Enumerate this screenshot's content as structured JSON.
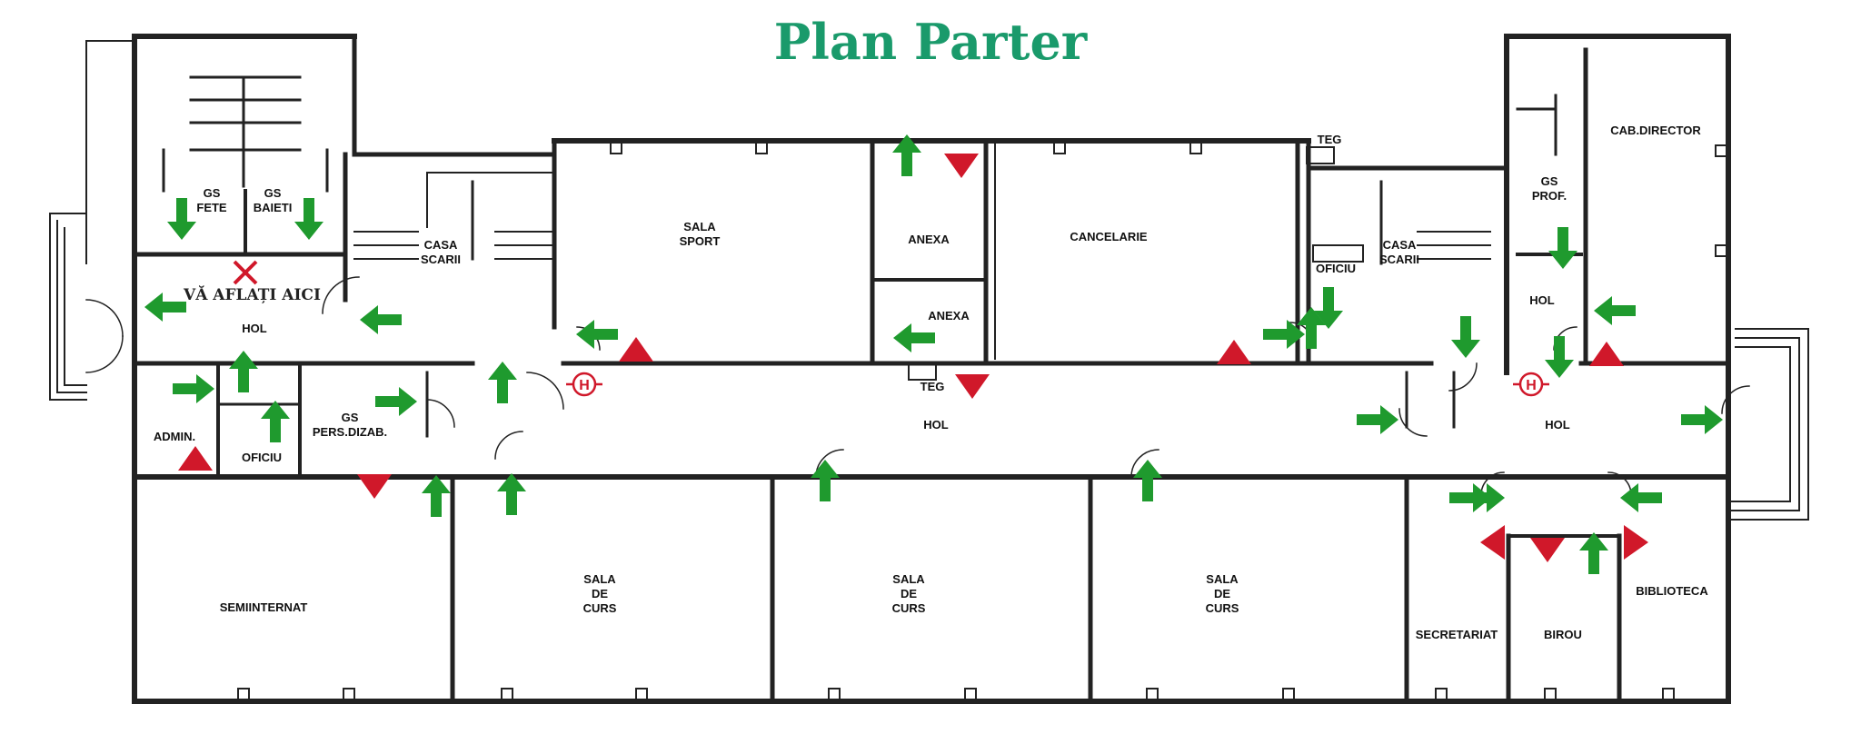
{
  "title": "Plan Parter",
  "colors": {
    "title": "#1a9a6b",
    "wall": "#222222",
    "arrow": "#1f9a2e",
    "triangle": "#d0182a",
    "marker": "#d0182a"
  },
  "you_are_here": "VĂ AFLAȚI AICI",
  "rooms": {
    "gs_fete": [
      "GS",
      "FETE"
    ],
    "gs_baieti": [
      "GS",
      "BAIETI"
    ],
    "casa_scarii_left": [
      "CASA",
      "SCARII"
    ],
    "sala_sport": [
      "SALA",
      "SPORT"
    ],
    "anexa_top": [
      "ANEXA"
    ],
    "anexa_bottom": [
      "ANEXA"
    ],
    "cancelarie": [
      "CANCELARIE"
    ],
    "teg_top": [
      "TEG"
    ],
    "teg_bottom": [
      "TEG"
    ],
    "oficiu_right": [
      "OFICIU"
    ],
    "casa_scarii_right": [
      "CASA",
      "SCARII"
    ],
    "gs_prof": [
      "GS",
      "PROF."
    ],
    "cab_director": [
      "CAB.DIRECTOR"
    ],
    "hol_left": [
      "HOL"
    ],
    "hol_center": [
      "HOL"
    ],
    "hol_right": [
      "HOL"
    ],
    "hol_small": [
      "HOL"
    ],
    "admin": [
      "ADMIN."
    ],
    "oficiu_left": [
      "OFICIU"
    ],
    "gs_pers_dizab": [
      "GS",
      "PERS.DIZAB."
    ],
    "semiinternat": [
      "SEMIINTERNAT"
    ],
    "sala_curs_1": [
      "SALA",
      "DE",
      "CURS"
    ],
    "sala_curs_2": [
      "SALA",
      "DE",
      "CURS"
    ],
    "sala_curs_3": [
      "SALA",
      "DE",
      "CURS"
    ],
    "secretariat": [
      "SECRETARIAT"
    ],
    "birou": [
      "BIROU"
    ],
    "biblioteca": [
      "BIBLIOTECA"
    ]
  },
  "hydrant_symbol": "H",
  "exit_arrows": [
    {
      "dir": "down"
    },
    {
      "dir": "down"
    },
    {
      "dir": "left"
    },
    {
      "dir": "left"
    },
    {
      "dir": "right"
    },
    {
      "dir": "up"
    },
    {
      "dir": "up"
    },
    {
      "dir": "right"
    },
    {
      "dir": "up"
    },
    {
      "dir": "up"
    },
    {
      "dir": "up"
    },
    {
      "dir": "left"
    },
    {
      "dir": "up"
    },
    {
      "dir": "left"
    },
    {
      "dir": "up"
    },
    {
      "dir": "up"
    },
    {
      "dir": "up"
    },
    {
      "dir": "right"
    },
    {
      "dir": "down"
    },
    {
      "dir": "down"
    },
    {
      "dir": "right"
    },
    {
      "dir": "down"
    },
    {
      "dir": "left"
    },
    {
      "dir": "down"
    },
    {
      "dir": "right"
    },
    {
      "dir": "right"
    },
    {
      "dir": "right"
    },
    {
      "dir": "left"
    },
    {
      "dir": "up"
    }
  ],
  "warning_triangles": [
    {
      "dir": "down"
    },
    {
      "dir": "up"
    },
    {
      "dir": "down"
    },
    {
      "dir": "up"
    },
    {
      "dir": "up"
    },
    {
      "dir": "up"
    },
    {
      "dir": "down"
    },
    {
      "dir": "left"
    },
    {
      "dir": "down"
    },
    {
      "dir": "right"
    }
  ]
}
